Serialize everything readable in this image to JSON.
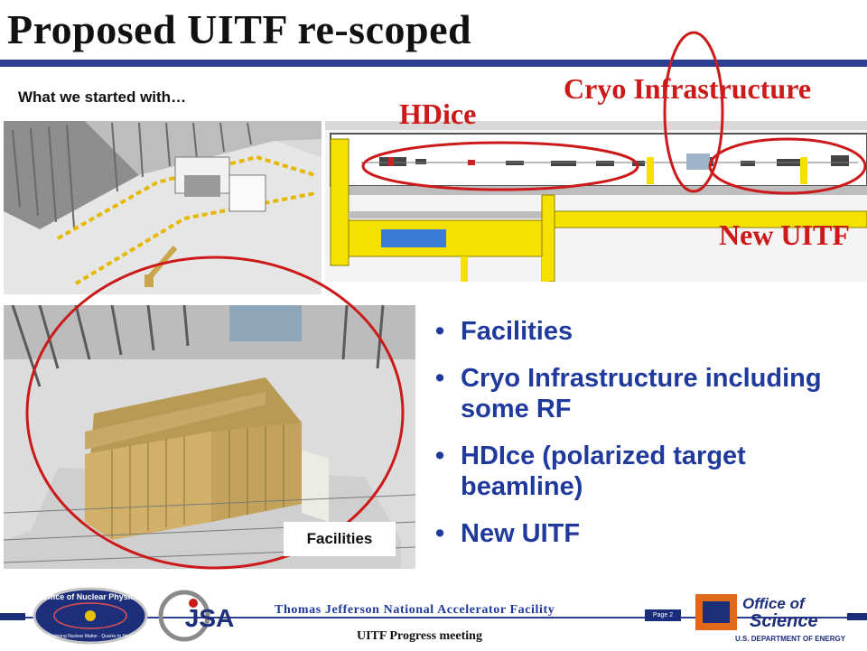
{
  "slide": {
    "title": "Proposed UITF re-scoped",
    "subtitle": "What we started with…",
    "labels": {
      "cryo": "Cryo Infrastructure",
      "hdice": "HDice",
      "new_uitf": "New UITF"
    },
    "bullets": [
      "Facilities",
      "Cryo Infrastructure including some RF",
      "HDIce (polarized target beamline)",
      "New UITF"
    ],
    "bullet_glyph": "•",
    "facilities_tag": "Facilities"
  },
  "footer": {
    "org": "Thomas Jefferson National Accelerator Facility",
    "page": "Page 2",
    "meeting": "UITF Progress meeting",
    "logos": {
      "nuclear_physics": "Office of Nuclear Physics",
      "nuclear_physics_tagline": "Exploring Nuclear Matter - Quarks to Stars",
      "jsa": "JSA",
      "office_of_science_1": "Office of",
      "office_of_science_2": "Science",
      "doe": "U.S. DEPARTMENT OF ENERGY"
    }
  },
  "colors": {
    "accent_blue": "#2a3f8f",
    "bullet_blue": "#1f3a9c",
    "callout_red": "#cc1a1a"
  }
}
